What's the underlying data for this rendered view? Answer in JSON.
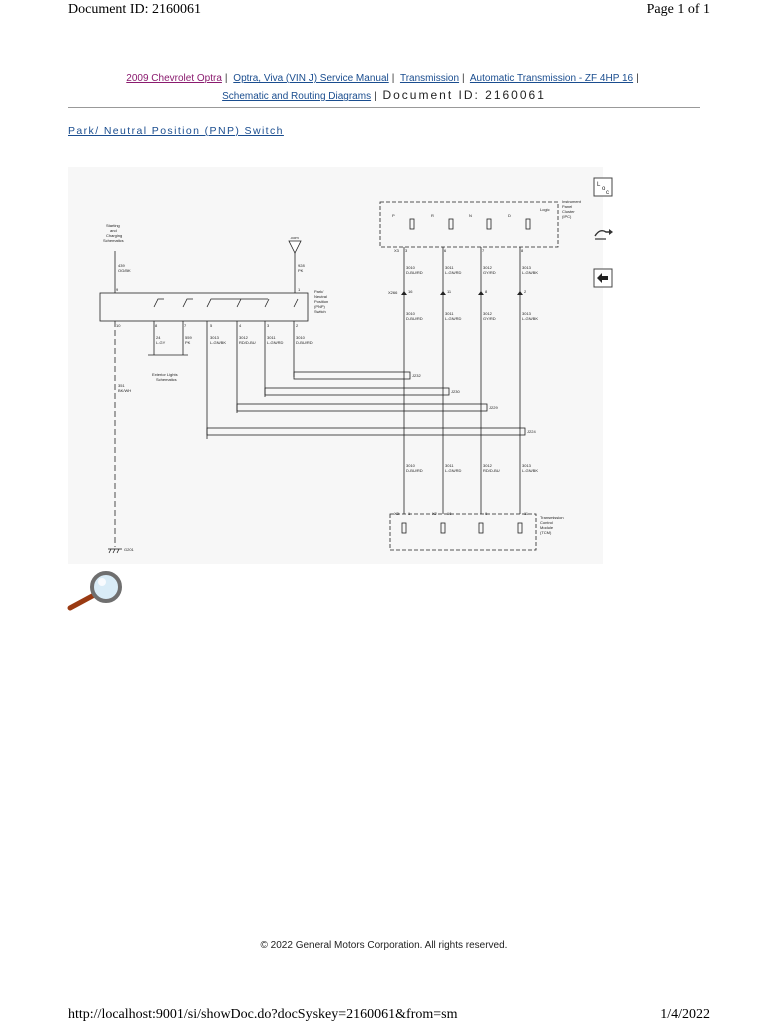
{
  "print_header": {
    "doc_id": "Document ID: 2160061",
    "page": "Page 1 of 1"
  },
  "breadcrumbs": {
    "items": [
      "2009 Chevrolet Optra",
      "Optra, Viva (VIN J) Service Manual",
      "Transmission",
      "Automatic Transmission - ZF 4HP 16",
      "Schematic and Routing Diagrams"
    ],
    "separator": "|",
    "document_id": "Document ID: 2160061"
  },
  "section_title": "Park/ Neutral Position (PNP) Switch",
  "schematic": {
    "labels": {
      "starting": "Starting",
      "and": "and",
      "charging": "Charging",
      "schematics": "Schematics",
      "com": ".com",
      "w1": "439",
      "w1c": "OG/BK",
      "w2": "928",
      "w2c": "PK",
      "pnp1": "Park/",
      "pnp2": "Neutral",
      "pnp3": "Position",
      "pnp4": "(PNP)",
      "pnp5": "Switch",
      "ipc1": "Instrument",
      "ipc2": "Panel",
      "ipc3": "Cluster",
      "ipc4": "(IPC)",
      "logic": "Logic",
      "ext1": "Exterior Lights",
      "ext2": "Schematics",
      "w351": "351",
      "w351c": "BK/WH",
      "ground": "G201",
      "tcm1": "Transmission",
      "tcm2": "Control",
      "tcm3": "Module",
      "tcm4": "(TCM)",
      "c1": "X3",
      "c2": "X266",
      "c3": "X3",
      "c4": "X2",
      "j1": "J232",
      "j2": "J230",
      "j3": "J229",
      "j4": "J224"
    },
    "switch_pins": [
      "10",
      "8",
      "7",
      "5",
      "4",
      "3",
      "2"
    ],
    "top_pins": [
      "9",
      "1"
    ],
    "gear_letters": [
      "P",
      "R",
      "N",
      "D"
    ],
    "circuits": [
      {
        "num": "3010",
        "color": "D-BU/RD"
      },
      {
        "num": "3011",
        "color": "L-GN/RD"
      },
      {
        "num": "3012",
        "color": "GY/RD"
      },
      {
        "num": "3013",
        "color": "L-GN/BK"
      }
    ],
    "circuits_lower": [
      {
        "num": "3010",
        "color": "D-BU/RD"
      },
      {
        "num": "3011",
        "color": "L-GN/RD"
      },
      {
        "num": "3012",
        "color": "RD/D-BU"
      },
      {
        "num": "3013",
        "color": "L-GN/BK"
      }
    ],
    "switch_wires": [
      {
        "num": "24",
        "color": "L-GY"
      },
      {
        "num": "559",
        "color": "PK"
      },
      {
        "num": "3013",
        "color": "L-GN/BK"
      },
      {
        "num": "3012",
        "color": "RD/D-BU"
      },
      {
        "num": "3011",
        "color": "L-GN/RD"
      },
      {
        "num": "3010",
        "color": "D-BU/RD"
      }
    ],
    "ipc_pins": [
      "3",
      "6",
      "7",
      "8"
    ],
    "mid_pins": [
      "16",
      "11",
      "8",
      "2"
    ],
    "tcm_pins": [
      "1",
      "16",
      "6",
      "11"
    ]
  },
  "copyright": "© 2022 General Motors Corporation.  All rights reserved.",
  "print_footer": {
    "url": "http://localhost:9001/si/showDoc.do?docSyskey=2160061&from=sm",
    "date": "1/4/2022"
  }
}
